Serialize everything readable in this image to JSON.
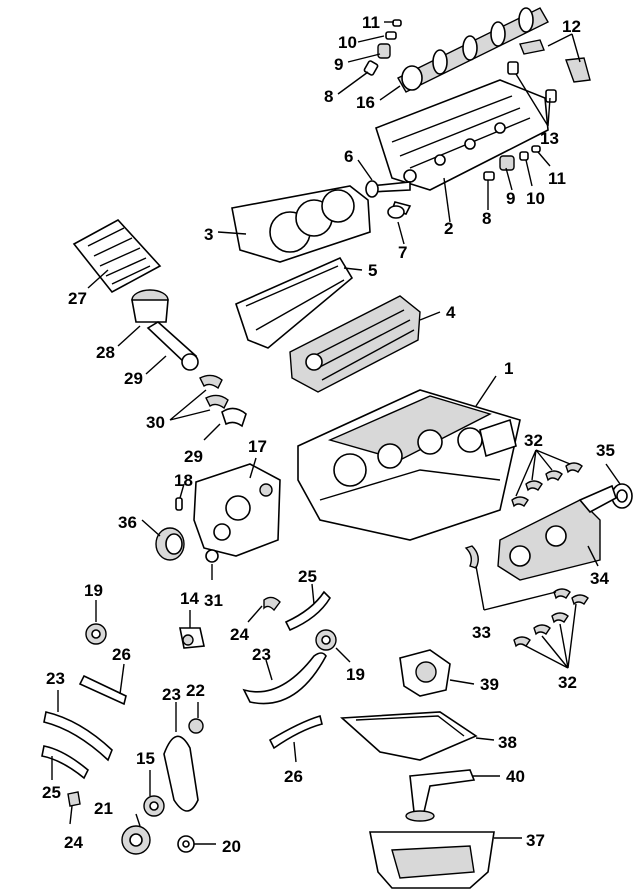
{
  "callouts": [
    {
      "id": "c1",
      "text": "1"
    },
    {
      "id": "c2",
      "text": "2"
    },
    {
      "id": "c3",
      "text": "3"
    },
    {
      "id": "c4",
      "text": "4"
    },
    {
      "id": "c5",
      "text": "5"
    },
    {
      "id": "c6",
      "text": "6"
    },
    {
      "id": "c7",
      "text": "7"
    },
    {
      "id": "c8a",
      "text": "8"
    },
    {
      "id": "c8b",
      "text": "8"
    },
    {
      "id": "c9a",
      "text": "9"
    },
    {
      "id": "c9b",
      "text": "9"
    },
    {
      "id": "c10a",
      "text": "10"
    },
    {
      "id": "c10b",
      "text": "10"
    },
    {
      "id": "c11a",
      "text": "11"
    },
    {
      "id": "c11b",
      "text": "11"
    },
    {
      "id": "c12",
      "text": "12"
    },
    {
      "id": "c13",
      "text": "13"
    },
    {
      "id": "c14",
      "text": "14"
    },
    {
      "id": "c15",
      "text": "15"
    },
    {
      "id": "c16",
      "text": "16"
    },
    {
      "id": "c17",
      "text": "17"
    },
    {
      "id": "c18",
      "text": "18"
    },
    {
      "id": "c19a",
      "text": "19"
    },
    {
      "id": "c19b",
      "text": "19"
    },
    {
      "id": "c20",
      "text": "20"
    },
    {
      "id": "c21",
      "text": "21"
    },
    {
      "id": "c22",
      "text": "22"
    },
    {
      "id": "c23a",
      "text": "23"
    },
    {
      "id": "c23b",
      "text": "23"
    },
    {
      "id": "c23c",
      "text": "23"
    },
    {
      "id": "c24a",
      "text": "24"
    },
    {
      "id": "c24b",
      "text": "24"
    },
    {
      "id": "c25a",
      "text": "25"
    },
    {
      "id": "c25b",
      "text": "25"
    },
    {
      "id": "c26a",
      "text": "26"
    },
    {
      "id": "c26b",
      "text": "26"
    },
    {
      "id": "c27",
      "text": "27"
    },
    {
      "id": "c28",
      "text": "28"
    },
    {
      "id": "c29a",
      "text": "29"
    },
    {
      "id": "c29b",
      "text": "29"
    },
    {
      "id": "c30",
      "text": "30"
    },
    {
      "id": "c31",
      "text": "31"
    },
    {
      "id": "c32a",
      "text": "32"
    },
    {
      "id": "c32b",
      "text": "32"
    },
    {
      "id": "c33",
      "text": "33"
    },
    {
      "id": "c34",
      "text": "34"
    },
    {
      "id": "c35",
      "text": "35"
    },
    {
      "id": "c36",
      "text": "36"
    },
    {
      "id": "c37",
      "text": "37"
    },
    {
      "id": "c38",
      "text": "38"
    },
    {
      "id": "c39",
      "text": "39"
    },
    {
      "id": "c40",
      "text": "40"
    }
  ]
}
